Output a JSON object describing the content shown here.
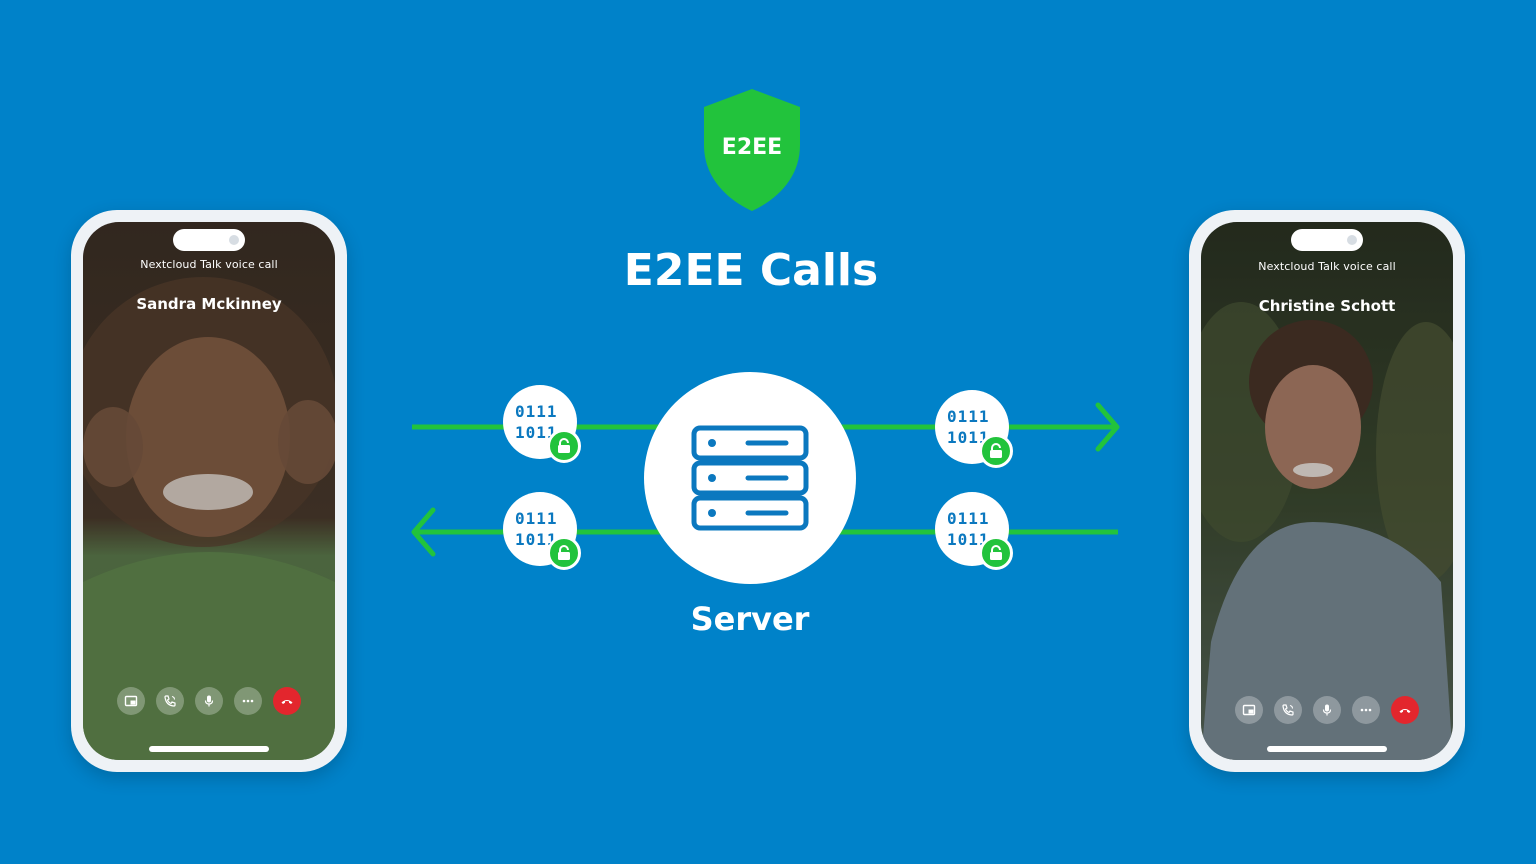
{
  "title": "E2EE Calls",
  "badge": {
    "text": "E2EE",
    "color": "#22c33c"
  },
  "server": {
    "label": "Server",
    "icon": "server-rack-icon"
  },
  "packet": {
    "line1": "0111",
    "line2": "1011",
    "lock_icon": "unlock-icon"
  },
  "colors": {
    "background": "#0082c9",
    "flow": "#22c33c",
    "end_call": "#e3262d"
  },
  "phones": {
    "left": {
      "call_label": "Nextcloud Talk voice call",
      "caller_name": "Sandra Mckinney"
    },
    "right": {
      "call_label": "Nextcloud Talk voice call",
      "caller_name": "Christine Schott"
    }
  },
  "controls": [
    {
      "icon": "picture-in-picture-icon"
    },
    {
      "icon": "phone-speaker-icon"
    },
    {
      "icon": "microphone-icon"
    },
    {
      "icon": "more-icon"
    },
    {
      "icon": "end-call-icon"
    }
  ]
}
